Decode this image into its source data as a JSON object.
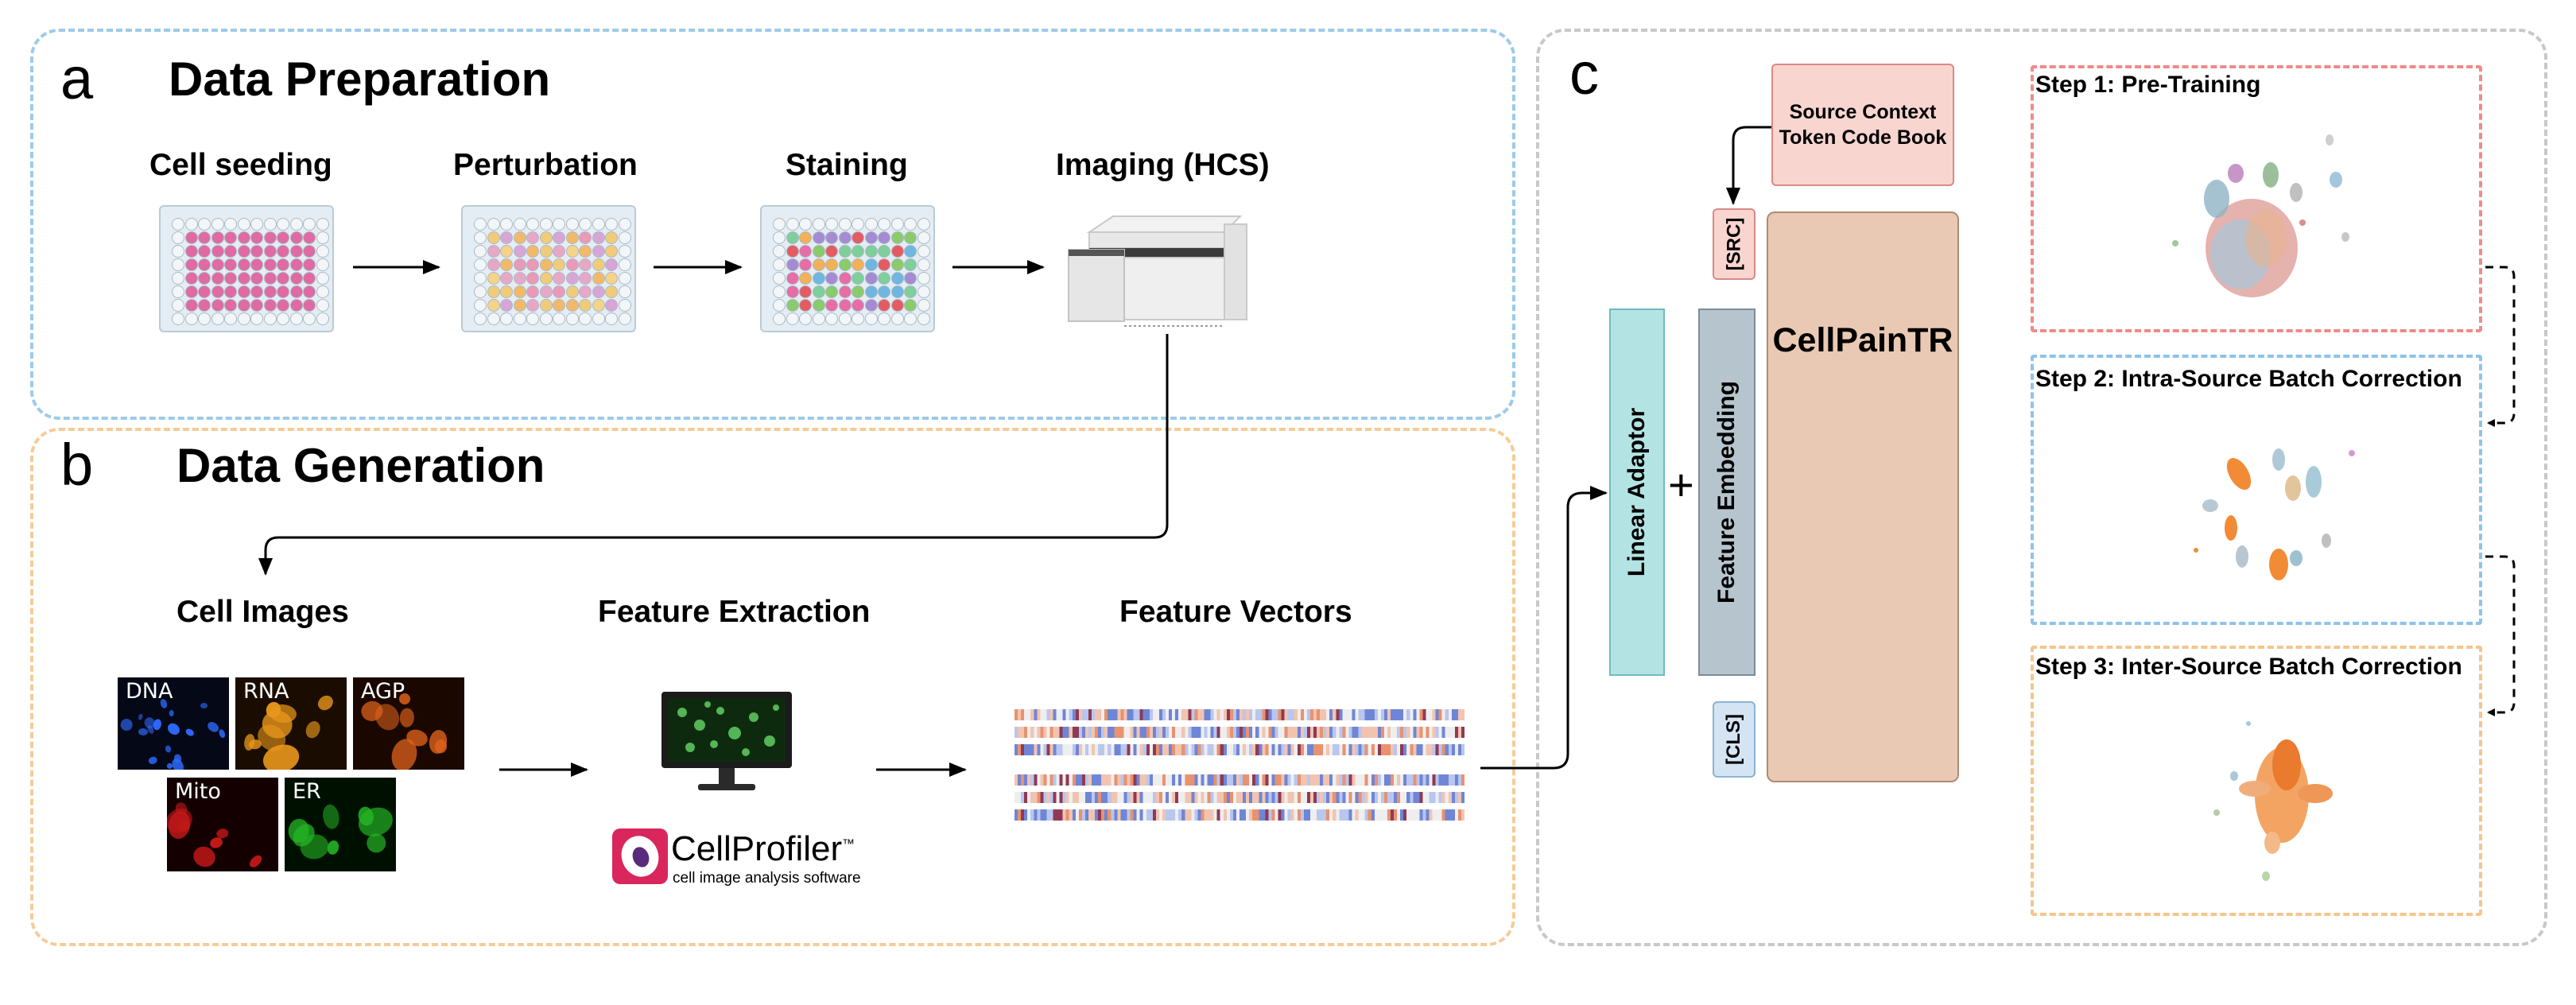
{
  "panel_a": {
    "letter": "a",
    "title": "Data Preparation",
    "steps": [
      "Cell seeding",
      "Perturbation",
      "Staining",
      "Imaging (HCS)"
    ]
  },
  "panel_b": {
    "letter": "b",
    "title": "Data Generation",
    "steps": [
      "Cell Images",
      "Feature Extraction",
      "Feature Vectors"
    ],
    "channels": [
      "DNA",
      "RNA",
      "AGP",
      "Mito",
      "ER"
    ],
    "software": {
      "name": "CellProfiler",
      "trademark": "™",
      "tagline": "cell image analysis software"
    }
  },
  "panel_c": {
    "letter": "c",
    "codebook": "Source Context Token Code Book",
    "src_token": "[SRC]",
    "cls_token": "[CLS]",
    "linear_adaptor": "Linear Adaptor",
    "plus": "+",
    "feature_embedding": "Feature Embedding",
    "model": "CellPainTR",
    "steps": [
      "Step 1: Pre-Training",
      "Step 2: Intra-Source Batch Correction",
      "Step 3: Inter-Source Batch Correction"
    ]
  },
  "colors": {
    "panel_a_border": "#9ccbe8",
    "panel_b_border": "#f5cc96",
    "panel_c_border": "#c8c8c8",
    "step1_border": "#f08a8a",
    "step2_border": "#8ec3ea",
    "step3_border": "#f5c58c",
    "codebook_fill": "#f9d5d0",
    "src_fill": "#f9d5d0",
    "cls_fill": "#d4e4f3",
    "linear_adaptor_fill": "#b3e4e3",
    "feature_embedding_fill": "#b6c4cd",
    "model_fill": "#e9c9b3"
  }
}
